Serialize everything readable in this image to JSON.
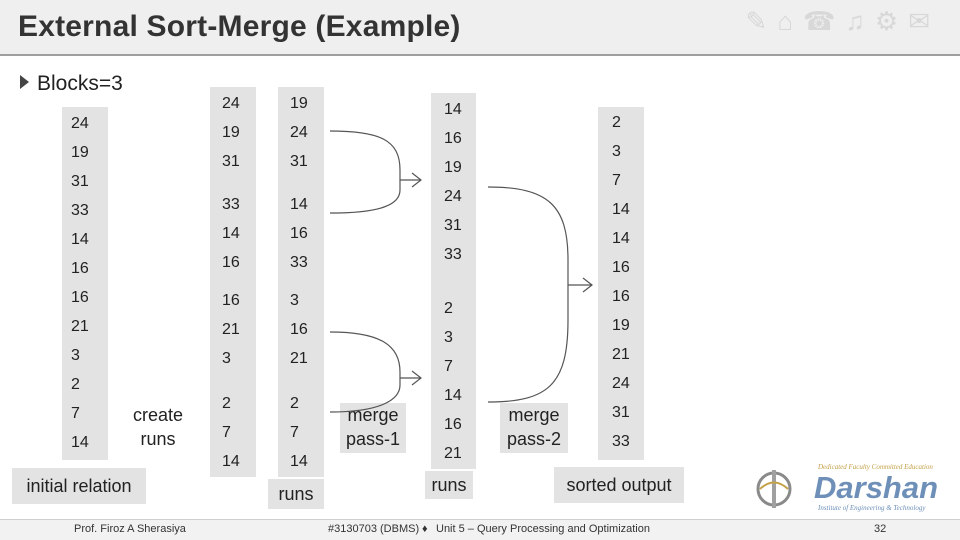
{
  "title": "External Sort-Merge (Example)",
  "bullet": "Blocks=3",
  "initial_relation": {
    "label": "initial relation",
    "values": [
      "24",
      "19",
      "31",
      "33",
      "14",
      "16",
      "16",
      "21",
      "3",
      "2",
      "7",
      "14"
    ]
  },
  "create_runs_label": "create\nruns",
  "runs1": {
    "col_a": [
      [
        "24",
        "19",
        "31"
      ],
      [
        "33",
        "14",
        "16"
      ],
      [
        "16",
        "21",
        "3"
      ],
      [
        "2",
        "7",
        "14"
      ]
    ],
    "col_b": [
      [
        "19",
        "24",
        "31"
      ],
      [
        "14",
        "16",
        "33"
      ],
      [
        "3",
        "16",
        "21"
      ],
      [
        "2",
        "7",
        "14"
      ]
    ],
    "label": "runs"
  },
  "merge_pass_1_label": "merge\npass-1",
  "runs2": {
    "values": [
      [
        "14",
        "16",
        "19",
        "24",
        "31",
        "33"
      ],
      [
        "2",
        "3",
        "7",
        "14",
        "16",
        "21"
      ]
    ],
    "label": "runs"
  },
  "merge_pass_2_label": "merge\npass-2",
  "sorted_output": {
    "label": "sorted output",
    "values": [
      "2",
      "3",
      "7",
      "14",
      "14",
      "16",
      "16",
      "19",
      "21",
      "24",
      "31",
      "33"
    ]
  },
  "footer": {
    "author": "Prof. Firoz A Sherasiya",
    "course": "#3130703 (DBMS)",
    "separator": "♦",
    "unit": "Unit 5 – Query Processing and Optimization",
    "page": "32"
  },
  "logo": {
    "tagline": "Dedicated Faculty Committed Education",
    "name": "Darshan",
    "subtitle": "Institute of Engineering & Technology"
  },
  "colors": {
    "block_bg": "#e3e3e3",
    "title_bg": "#efefef",
    "logo_blue": "#6d8fb8"
  }
}
